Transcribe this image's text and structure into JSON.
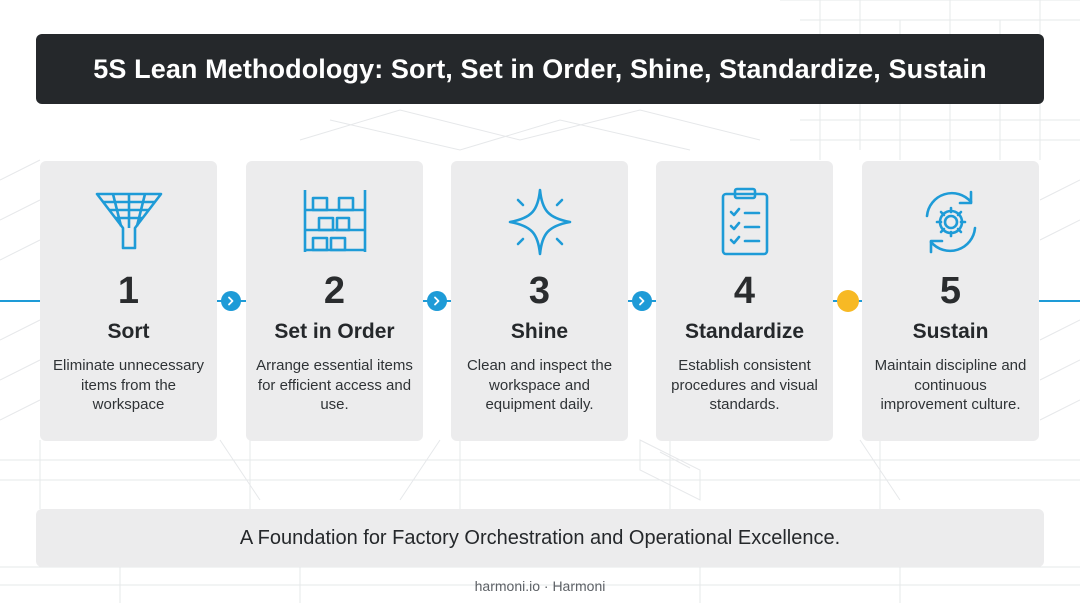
{
  "title": "5S Lean Methodology: Sort, Set in Order, Shine, Standardize, Sustain",
  "accent_color": "#1e9bd7",
  "highlight_color": "#f7b924",
  "steps": [
    {
      "number": "1",
      "name": "Sort",
      "description": "Eliminate unnecessary items from the workspace",
      "icon": "funnel-icon"
    },
    {
      "number": "2",
      "name": "Set in Order",
      "description": "Arrange essential items for efficient access and use.",
      "icon": "shelf-icon"
    },
    {
      "number": "3",
      "name": "Shine",
      "description": "Clean and inspect the workspace and equipment daily.",
      "icon": "sparkle-icon"
    },
    {
      "number": "4",
      "name": "Standardize",
      "description": "Establish consistent procedures and visual standards.",
      "icon": "clipboard-checklist-icon"
    },
    {
      "number": "5",
      "name": "Sustain",
      "description": "Maintain discipline and continuous improvement culture.",
      "icon": "gear-cycle-icon"
    }
  ],
  "tagline": "A Foundation for Factory Orchestration and Operational Excellence.",
  "footer": "harmoni.io · Harmoni"
}
